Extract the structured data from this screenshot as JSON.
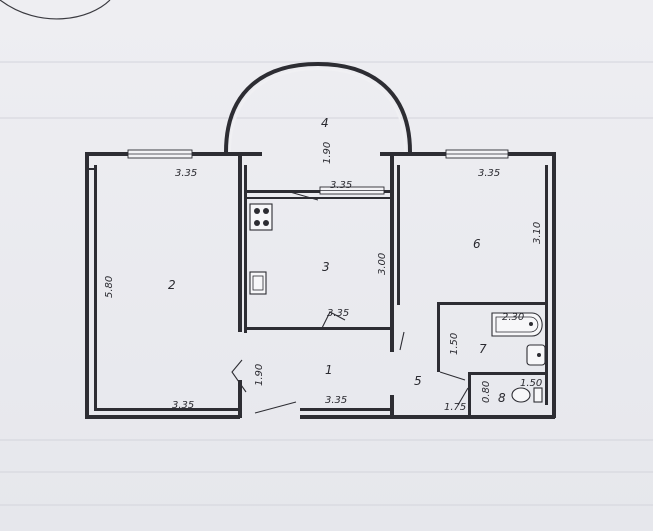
{
  "rooms": [
    {
      "number": "1",
      "width": "3.35",
      "depth": "1.90"
    },
    {
      "number": "2",
      "width": "3.35",
      "depth": "5.80"
    },
    {
      "number": "3",
      "width": "3.35",
      "depth": "3.00"
    },
    {
      "number": "4",
      "width": "3.35",
      "depth": "1.90"
    },
    {
      "number": "5",
      "width": "",
      "depth": ""
    },
    {
      "number": "6",
      "width": "3.35",
      "depth": "3.10"
    },
    {
      "number": "7",
      "width": "2.30",
      "depth": "1.50"
    },
    {
      "number": "8",
      "width": "1.50",
      "depth": "0.80"
    }
  ],
  "dims": {
    "room2_top": "3.35",
    "room2_side": "5.80",
    "room2_bottom": "3.35",
    "room1_bottom": "3.35",
    "room1_side": "1.90",
    "room3_top": "3.35",
    "room3_side": "3.00",
    "room3_bottom": "3.35",
    "balcony_depth": "1.90",
    "room6_top": "3.35",
    "room6_side": "3.10",
    "bath_width": "2.30",
    "bath_depth": "1.50",
    "wc_width": "1.50",
    "wc_depth": "0.80",
    "hall_width": "1.75"
  },
  "labels": {
    "r1": "1",
    "r2": "2",
    "r3": "3",
    "r4": "4",
    "r5": "5",
    "r6": "6",
    "r7": "7",
    "r8": "8"
  }
}
